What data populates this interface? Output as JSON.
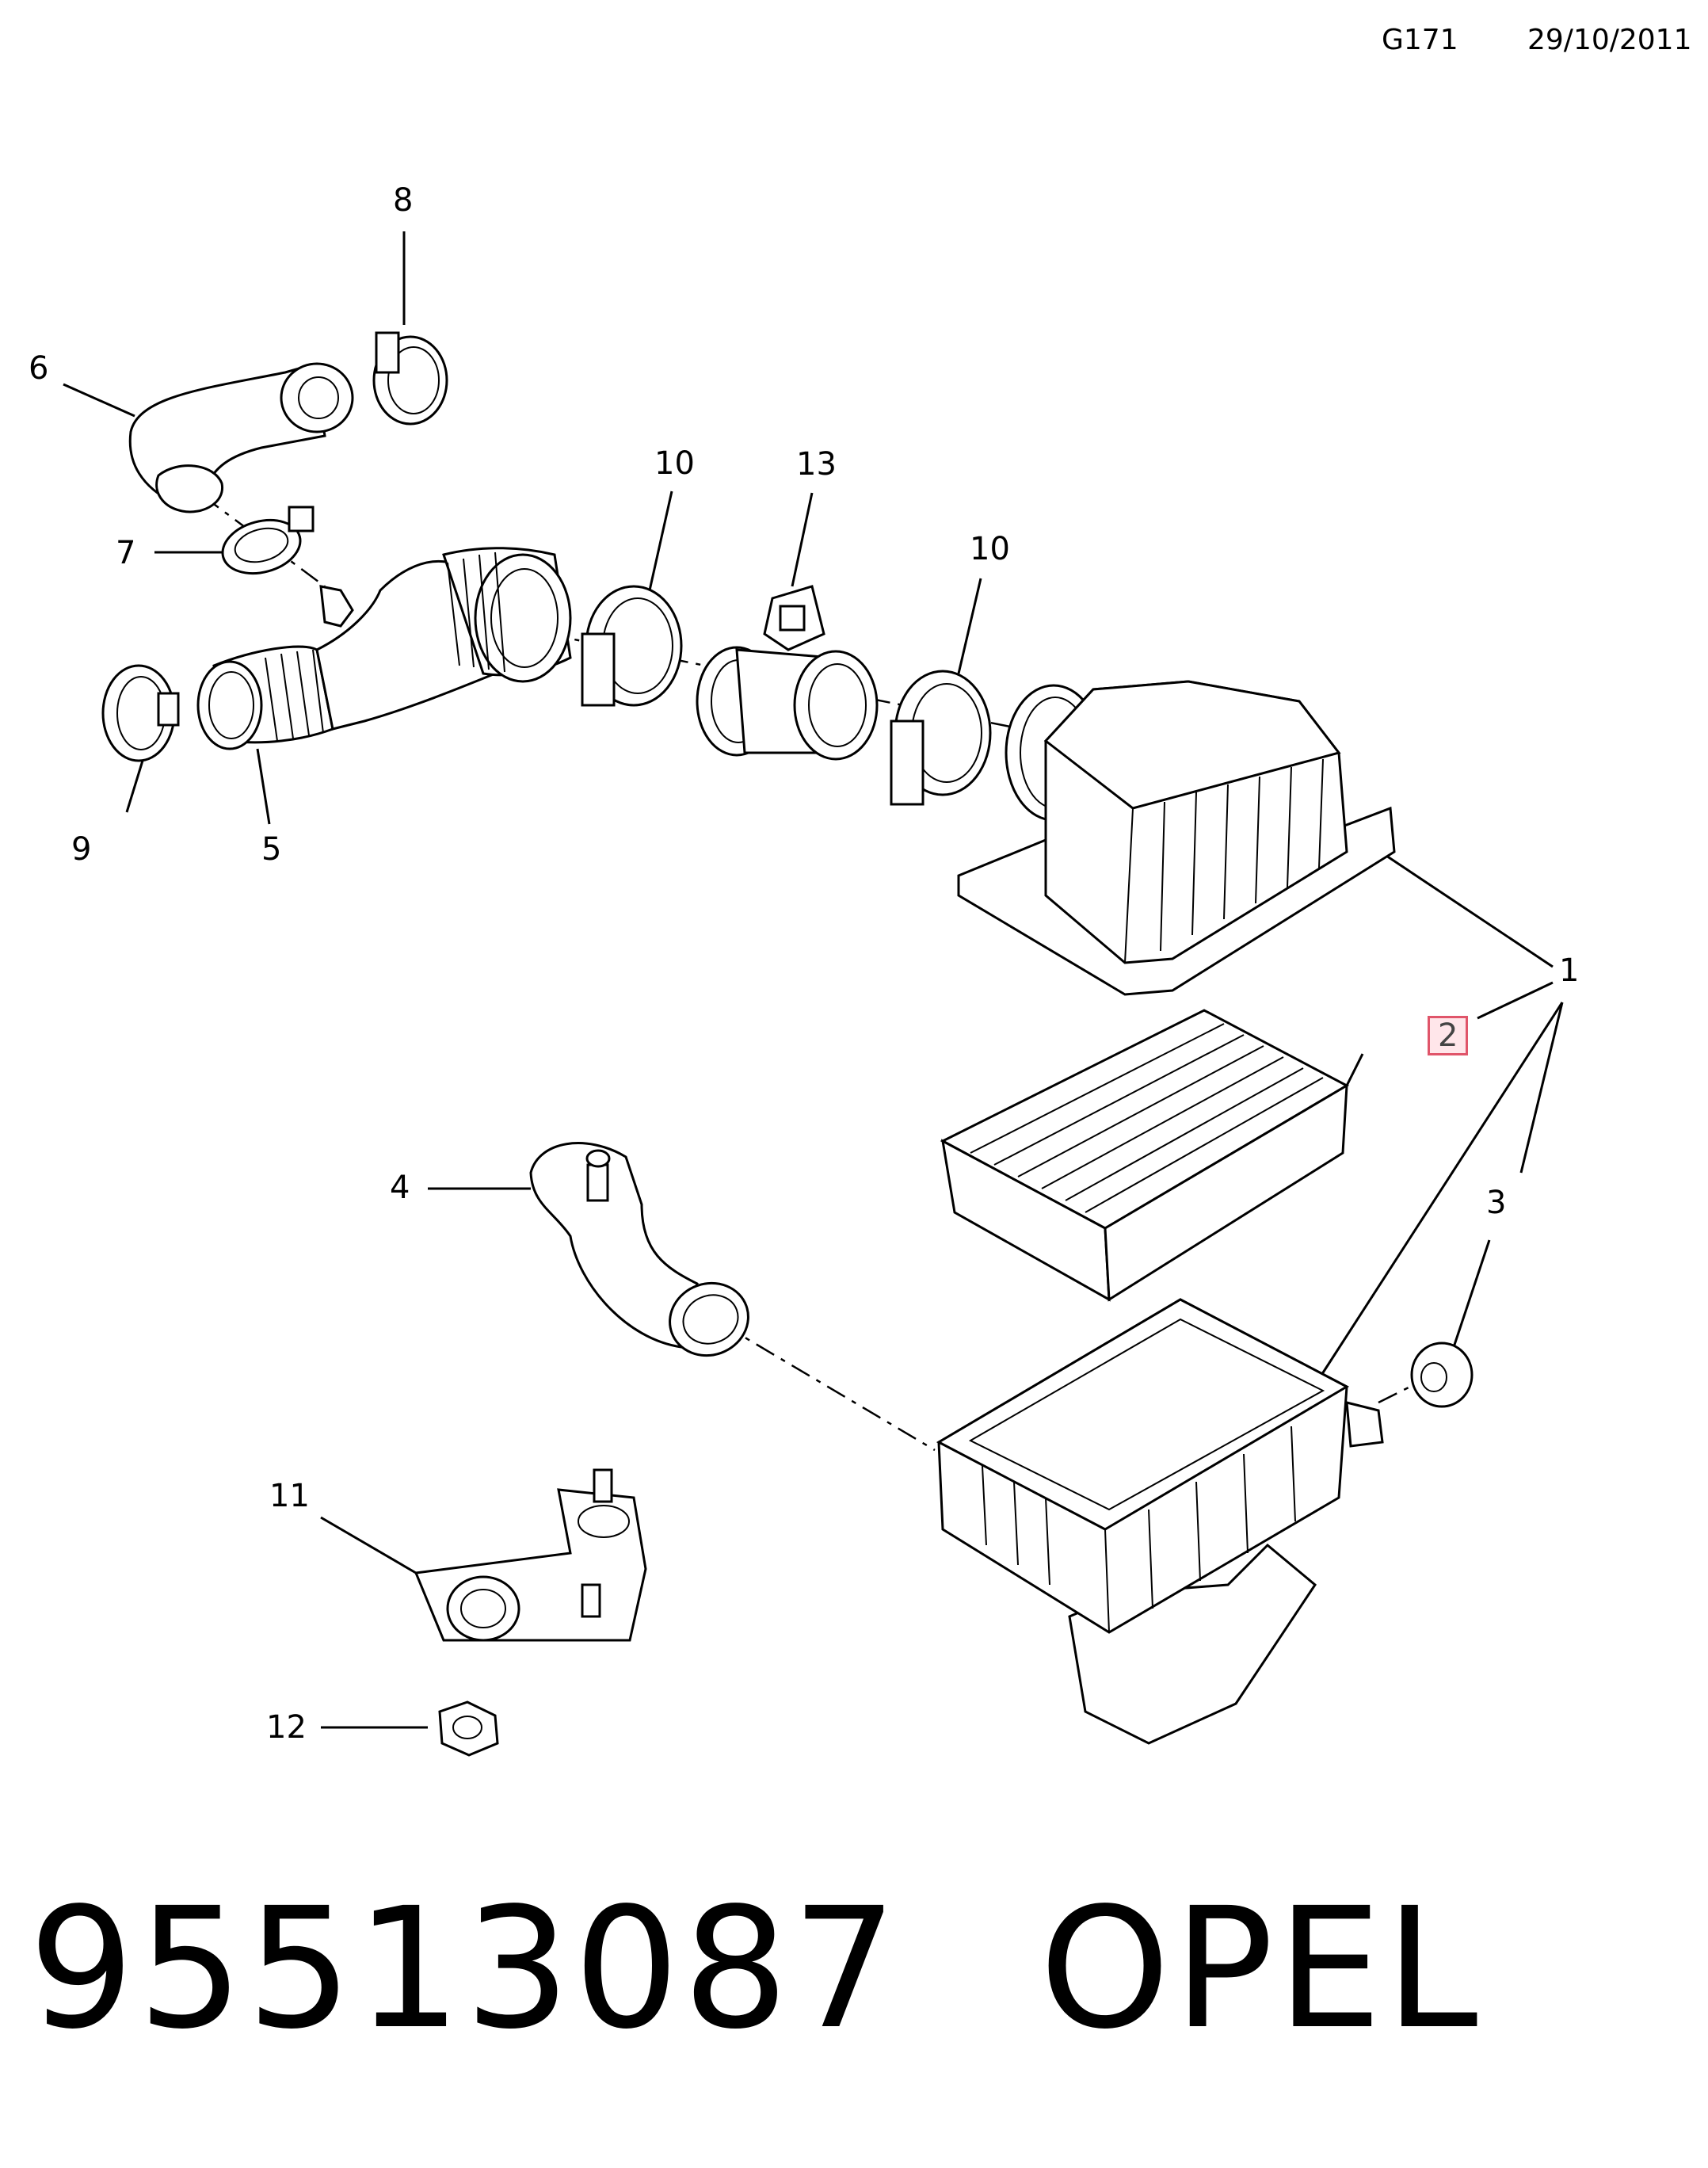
{
  "header": {
    "code": "G171",
    "date": "29/10/2011"
  },
  "callouts": [
    "1",
    "2",
    "3",
    "4",
    "5",
    "6",
    "7",
    "8",
    "9",
    "10",
    "10",
    "11",
    "12",
    "13"
  ],
  "footer": {
    "part_number": "95513087",
    "brand": "OPEL"
  },
  "colors": {
    "highlight_border": "#e0556a",
    "highlight_fill": "#ffe6ea",
    "ink": "#000000"
  }
}
